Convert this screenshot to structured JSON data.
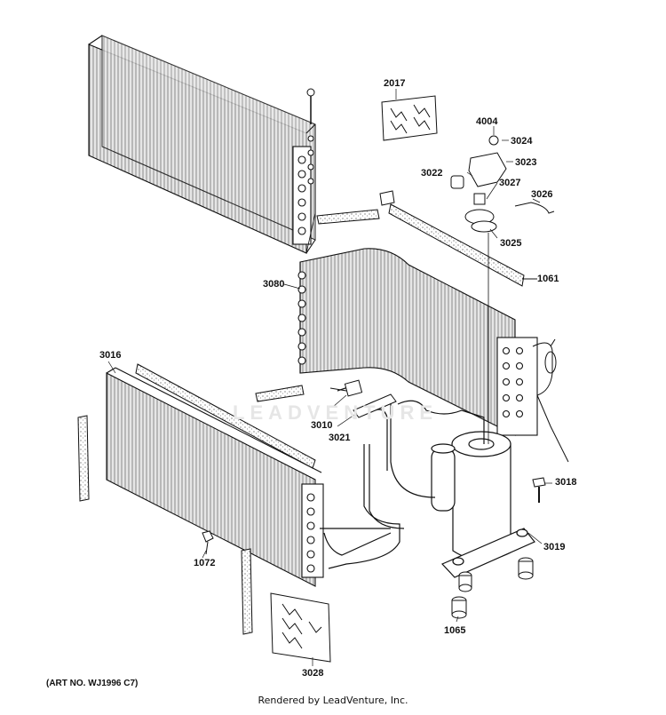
{
  "watermark": "LEADVENTURE",
  "art_number": "(ART NO. WJ1996 C7)",
  "footer_text": "Rendered by LeadVenture, Inc.",
  "parts": {
    "p2017": "2017",
    "p4004": "4004",
    "p3024": "3024",
    "p3023": "3023",
    "p3022": "3022",
    "p3027": "3027",
    "p3026": "3026",
    "p3025": "3025",
    "p1061": "1061",
    "p3080": "3080",
    "p3016": "3016",
    "p3010": "3010",
    "p3021": "3021",
    "p3018": "3018",
    "p3019": "3019",
    "p1072": "1072",
    "p1065": "1065",
    "p3028": "3028"
  }
}
